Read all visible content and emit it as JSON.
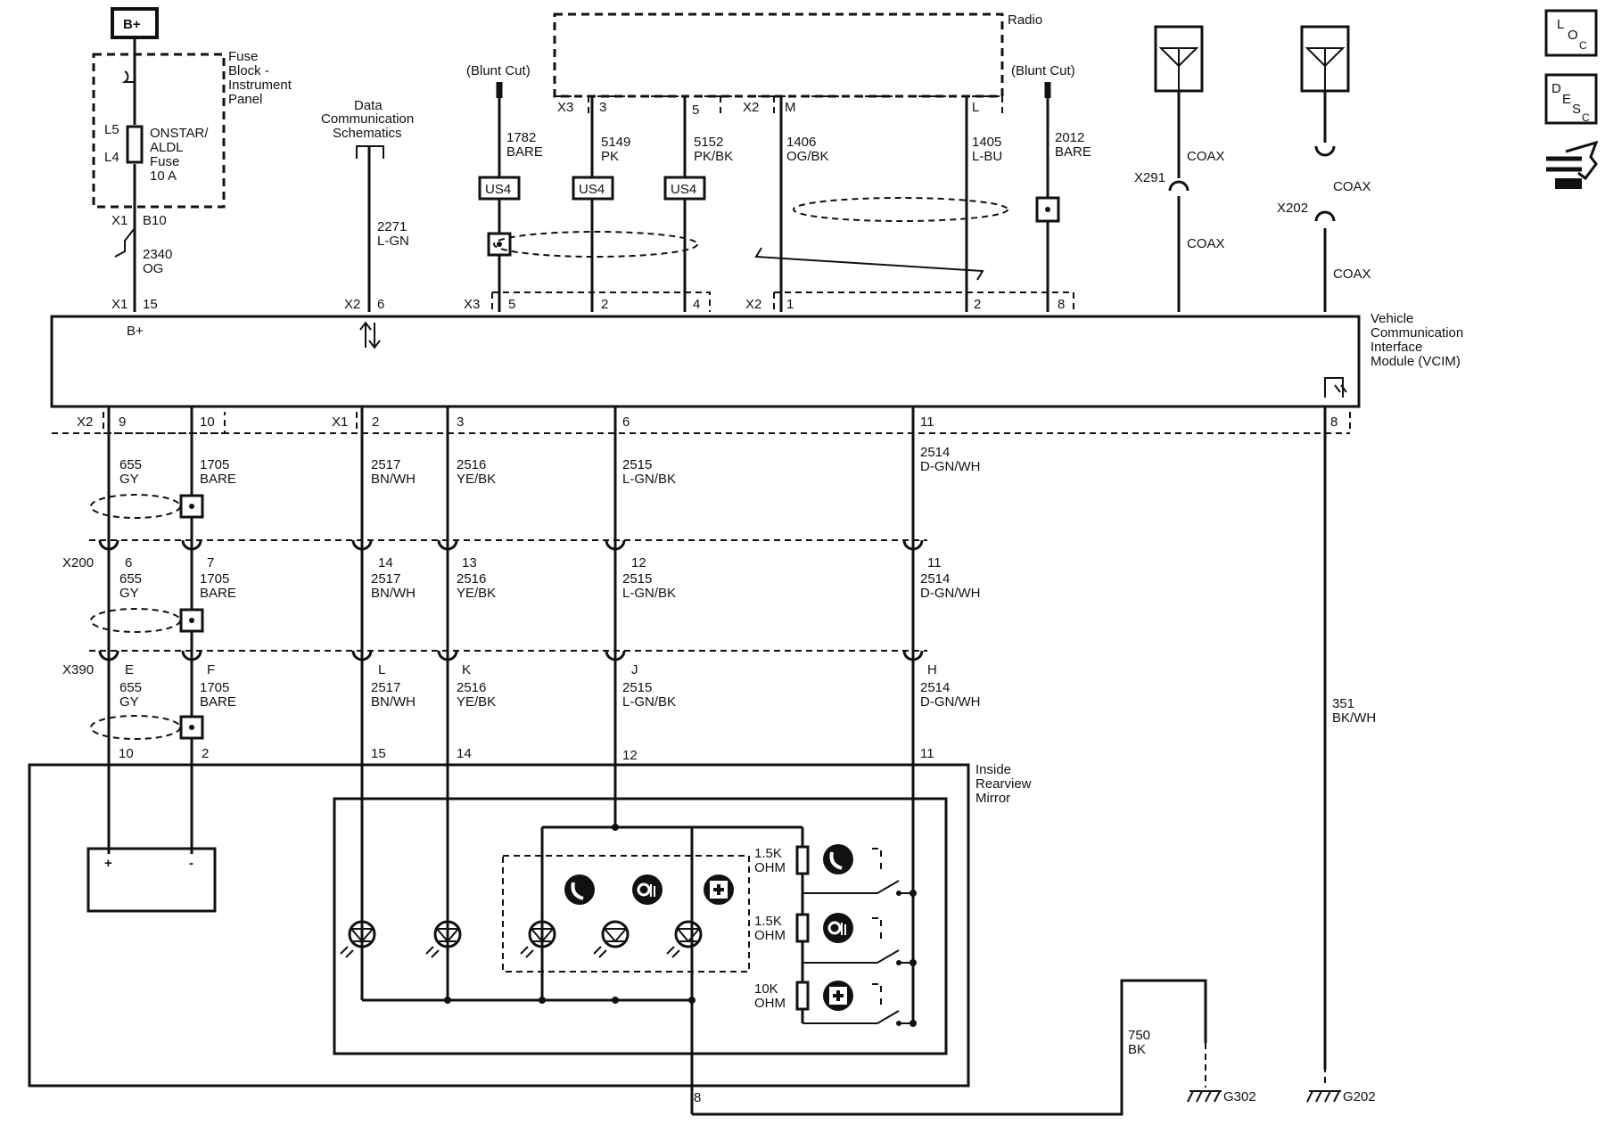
{
  "corner_icons": {
    "loc_letters": [
      "L",
      "O",
      "C"
    ],
    "desc_letters": [
      "D",
      "E",
      "S",
      "C"
    ]
  },
  "power": {
    "label": "B+"
  },
  "fuse_block": {
    "title": [
      "Fuse",
      "Block -",
      "Instrument",
      "Panel"
    ],
    "pin_top": "L5",
    "pin_bottom": "L4",
    "fuse_name": [
      "ONSTAR/",
      "ALDL",
      "Fuse",
      "10 A"
    ],
    "connector": "X1",
    "pin": "B10"
  },
  "data_comm": {
    "title": [
      "Data",
      "Communication",
      "Schematics"
    ]
  },
  "radio": {
    "title": "Radio"
  },
  "blunt_cut": "(Blunt Cut)",
  "splice": "US4",
  "antenna_conns": {
    "x291": "X291",
    "x202": "X202",
    "coax": "COAX"
  },
  "upper_circuits": {
    "fuse": {
      "num": "2340",
      "color": "OG"
    },
    "data": {
      "num": "2271",
      "color": "L-GN"
    },
    "c1782": {
      "num": "1782",
      "color": "BARE"
    },
    "c5149": {
      "num": "5149",
      "color": "PK"
    },
    "c5152": {
      "num": "5152",
      "color": "PK/BK"
    },
    "c1406": {
      "num": "1406",
      "color": "OG/BK"
    },
    "c1405": {
      "num": "1405",
      "color": "L-BU"
    },
    "c2012": {
      "num": "2012",
      "color": "BARE"
    }
  },
  "radio_pins": {
    "x3": "X3",
    "x2": "X2",
    "p3": "3",
    "p5": "5",
    "pm": "M",
    "pl": "L"
  },
  "vcim_top_pins": {
    "x1": "X1",
    "p15": "15",
    "x2": "X2",
    "p6": "6",
    "x3": "X3",
    "p5": "5",
    "p2": "2",
    "p4": "4",
    "x2b": "X2",
    "p1": "1",
    "p2b": "2",
    "p8": "8"
  },
  "vcim": {
    "title": [
      "Vehicle",
      "Communication",
      "Interface",
      "Module (VCIM)"
    ],
    "bplus": "B+"
  },
  "vcim_bottom_pins": {
    "x2": "X2",
    "p9": "9",
    "p10": "10",
    "x1": "X1",
    "p2": "2",
    "p3": "3",
    "p6": "6",
    "p11": "11",
    "p8": "8"
  },
  "lower_circuits": [
    {
      "num": "655",
      "color": "GY"
    },
    {
      "num": "1705",
      "color": "BARE"
    },
    {
      "num": "2517",
      "color": "BN/WH"
    },
    {
      "num": "2516",
      "color": "YE/BK"
    },
    {
      "num": "2515",
      "color": "L-GN/BK"
    },
    {
      "num": "2514",
      "color": "D-GN/WH"
    }
  ],
  "x200": {
    "name": "X200",
    "pins": [
      "6",
      "7",
      "14",
      "13",
      "12",
      "11"
    ]
  },
  "x390": {
    "name": "X390",
    "pins": [
      "E",
      "F",
      "L",
      "K",
      "J",
      "H"
    ]
  },
  "mirror_pins": [
    "10",
    "2",
    "15",
    "14",
    "12",
    "11",
    "8"
  ],
  "mirror": {
    "title": [
      "Inside",
      "Rearview",
      "Mirror"
    ]
  },
  "battery": {
    "plus": "+",
    "minus": "-"
  },
  "resistors": [
    [
      "1.5K",
      "OHM"
    ],
    [
      "1.5K",
      "OHM"
    ],
    [
      "10K",
      "OHM"
    ]
  ],
  "ground_circuits": {
    "c750": {
      "num": "750",
      "color": "BK"
    },
    "c351": {
      "num": "351",
      "color": "BK/WH"
    }
  },
  "grounds": {
    "g302": "G302",
    "g202": "G202"
  }
}
